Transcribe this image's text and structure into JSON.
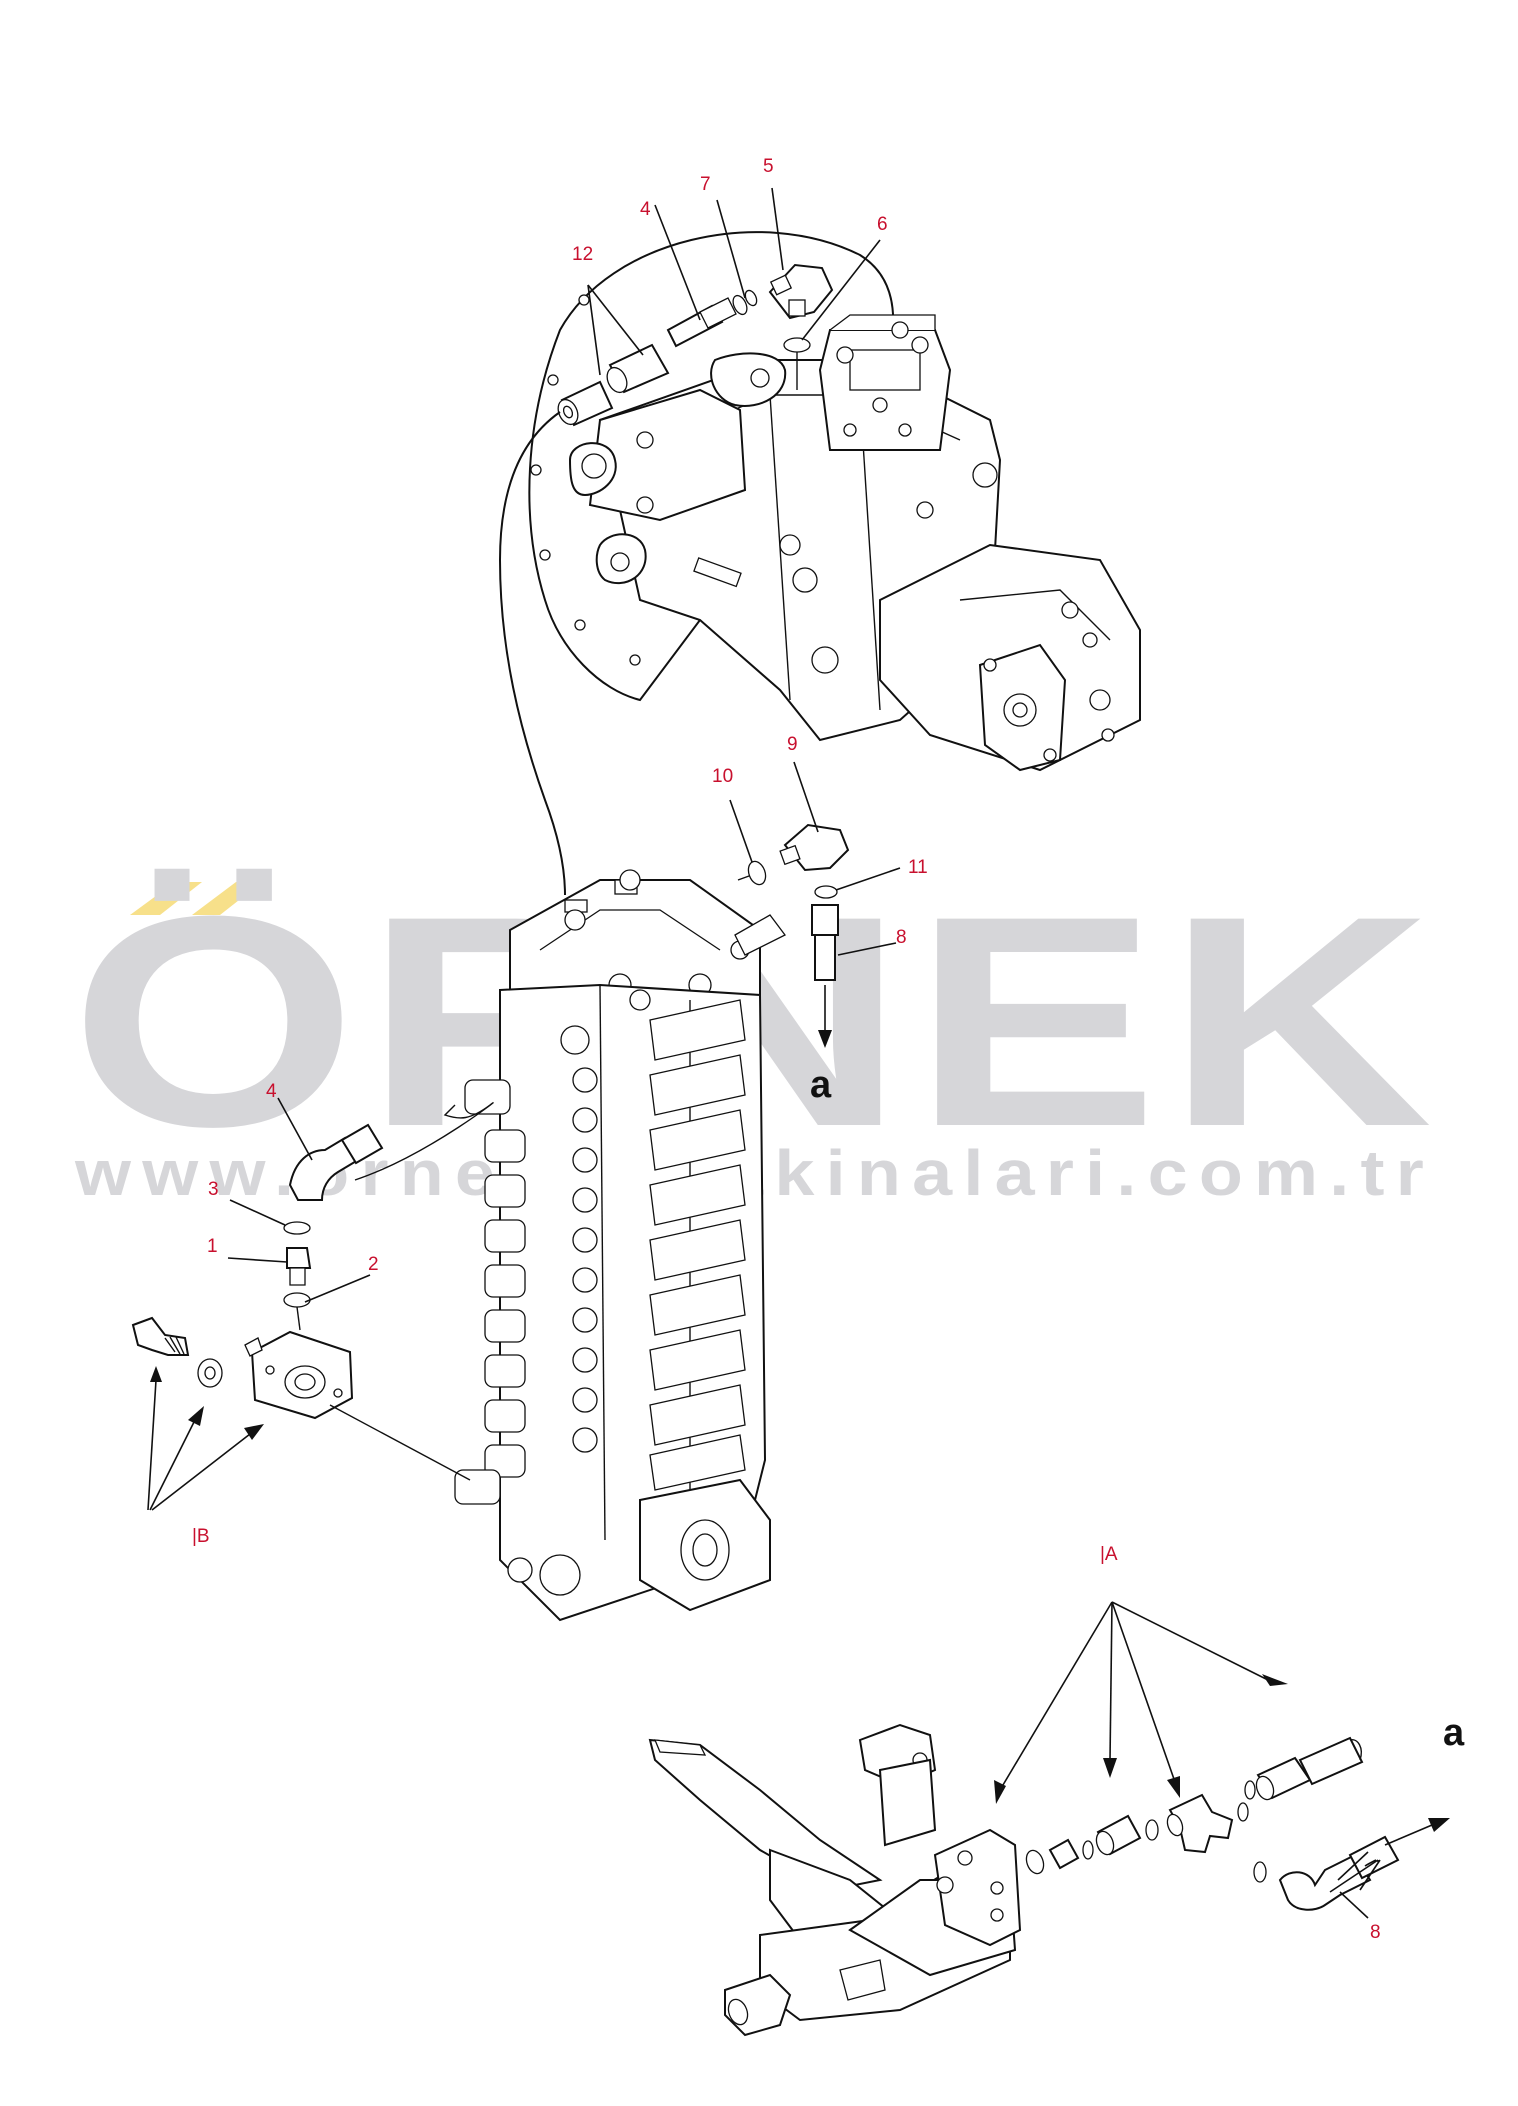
{
  "watermark": {
    "word": "ÖRNEK",
    "url": "www.orneloumakinalari.com.tr",
    "accent_color": "#f7e08a",
    "text_color": "#d6d6d9"
  },
  "callouts": {
    "c12": "12",
    "c4_top": "4",
    "c7": "7",
    "c5": "5",
    "c6": "6",
    "c9": "9",
    "c10": "10",
    "c11": "11",
    "c8_mid": "8",
    "c4_left": "4",
    "c3": "3",
    "c1": "1",
    "c2": "2",
    "c8_bottom": "8"
  },
  "view_labels": {
    "view_b": "|B",
    "view_a": "|A"
  },
  "connection_markers": {
    "a_mid": "a",
    "a_right": "a"
  },
  "colors": {
    "callout": "#c8102e",
    "linework": "#111111"
  }
}
